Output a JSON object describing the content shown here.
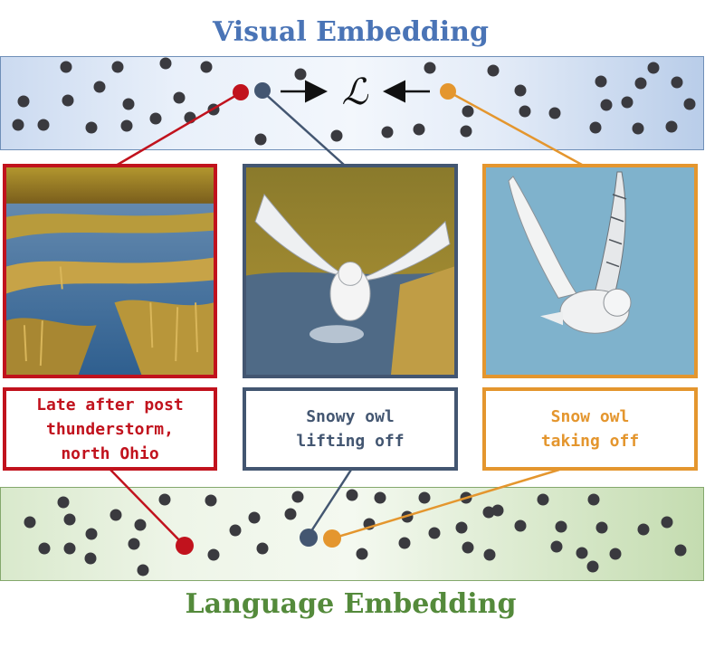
{
  "titles": {
    "visual": "Visual Embedding",
    "language": "Language Embedding",
    "loss_symbol": "ℒ"
  },
  "colors": {
    "visual_title": "#4a74b6",
    "language_title": "#548a3b",
    "red": "#c1121d",
    "navy": "#435671",
    "orange": "#e4962e",
    "dot": "#3a3a3f"
  },
  "panels": [
    {
      "id": "field",
      "caption": "Late after post\nthunderstorm,\nnorth Ohio",
      "image": "flooded-field-photo"
    },
    {
      "id": "owl-lifting",
      "caption": "Snowy owl\nlifting off",
      "image": "snowy-owl-lifting-photo"
    },
    {
      "id": "owl-taking",
      "caption": "Snow owl\ntaking off",
      "image": "snowy-owl-flying-photo"
    }
  ]
}
